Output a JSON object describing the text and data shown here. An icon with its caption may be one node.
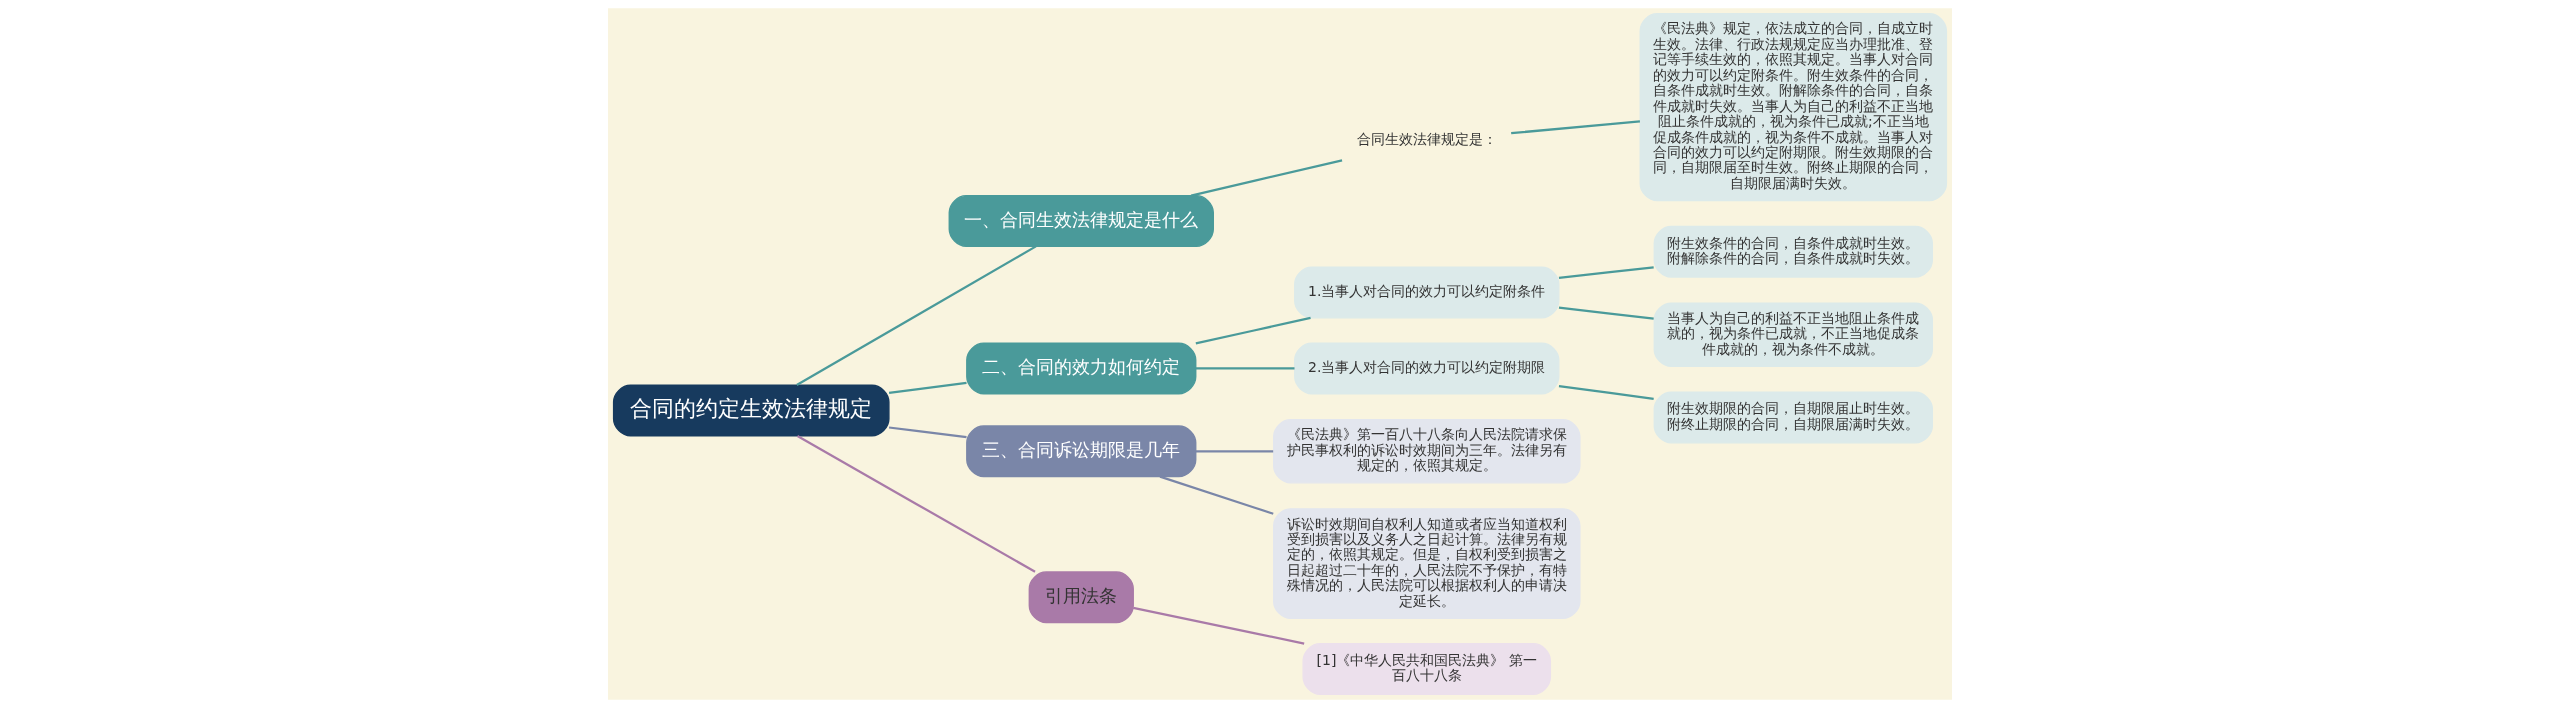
{
  "diagram": {
    "nodes": [
      {
        "text": [
          "合同的约定生效法律规定"
        ]
      },
      {
        "text": [
          "一、合同生效法律规定是什么"
        ]
      },
      {
        "text": [
          "合同生效法律规定是："
        ]
      },
      {
        "text": [
          "《民法典》规定，依法成立的合同，自成立时生效。法律、行政法规规定应当办理批准、登记等手续生效的，依照其规定。当事人对合同的效力可以约定附条件。附生效条件的合同，自条件成就时生效。附解除条件的合同，自条件成就时失效。当事人为自己的利益不正当地阻止条件成就的，视为条件已成就;不正当地促成条件成就的，视为条件不成就。当事人对合同的效力可以约定附期限。附生效期限的合同，自期限届至时生效。附终止期限的合同，自期限届满时失效。"
        ]
      },
      {
        "text": [
          "二、合同的效力如何约定"
        ]
      },
      {
        "text": [
          "1.当事人对合同的效力可以约定附条件"
        ]
      },
      {
        "text": [
          "附生效条件的合同，自条件成就时生效。附解除条件的合同，自条件成就时失效。"
        ]
      },
      {
        "text": [
          "当事人为自己的利益不正当地阻止条件成就的，视为条件已成就，不正当地促成条件成就的，视为条件不成就。"
        ]
      },
      {
        "text": [
          "2.当事人对合同的效力可以约定附期限"
        ]
      },
      {
        "text": [
          "附生效期限的合同，自期限届止时生效。附终止期限的合同，自期限届满时失效。"
        ]
      },
      {
        "text": [
          "三、合同诉讼期限是几年"
        ]
      },
      {
        "text": [
          "《民法典》第一百八十八条向人民法院请求保护民事权利的诉讼时效期间为三年。法律另有规定的，依照其规定。"
        ]
      },
      {
        "text": [
          "诉讼时效期间自权利人知道或者应当知道权利受到损害以及义务人之日起计算。法律另有规定的，依照其规定。但是，自权利受到损害之日起超过二十年的，人民法院不予保护，有特殊情况的，人民法院可以根据权利人的申请决定延长。"
        ]
      },
      {
        "text": [
          "引用法条"
        ]
      },
      {
        "text": [
          "[1]《中华人民共和国民法典》 第一百八十八条"
        ]
      }
    ],
    "edges": [
      {
        "from": 0,
        "to": 1,
        "arrow": "none"
      },
      {
        "from": 1,
        "to": 2,
        "arrow": "none"
      },
      {
        "from": 2,
        "to": 3,
        "arrow": "none"
      },
      {
        "from": 0,
        "to": 4,
        "arrow": "none"
      },
      {
        "from": 4,
        "to": 5,
        "arrow": "none"
      },
      {
        "from": 5,
        "to": 6,
        "arrow": "none"
      },
      {
        "from": 5,
        "to": 7,
        "arrow": "none"
      },
      {
        "from": 4,
        "to": 8,
        "arrow": "none"
      },
      {
        "from": 8,
        "to": 9,
        "arrow": "none"
      },
      {
        "from": 0,
        "to": 10,
        "arrow": "none",
        "color": "#7a86a8"
      },
      {
        "from": 10,
        "to": 11,
        "arrow": "none",
        "color": "#7a86a8"
      },
      {
        "from": 10,
        "to": 12,
        "arrow": "none",
        "color": "#7a86a8"
      },
      {
        "from": 0,
        "to": 13,
        "arrow": "none",
        "color": "#a97aa8"
      },
      {
        "from": 13,
        "to": 14,
        "arrow": "none",
        "color": "#a97aa8"
      }
    ]
  }
}
